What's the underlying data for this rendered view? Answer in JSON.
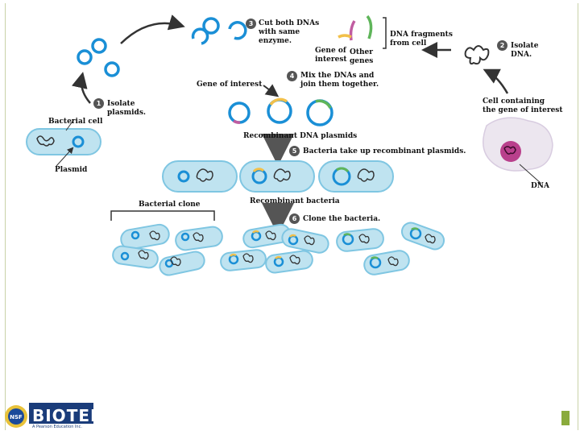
{
  "steps": [
    {
      "num": "1",
      "text": "Isolate\nplasmids."
    },
    {
      "num": "2",
      "text": "Isolate\nDNA."
    },
    {
      "num": "3",
      "text": "Cut both DNAs\nwith same\nenzyme."
    },
    {
      "num": "4",
      "text": "Mix the DNAs and\njoin them together."
    },
    {
      "num": "5",
      "text": "Bacteria take up recombinant plasmids."
    },
    {
      "num": "6",
      "text": "Clone the bacteria."
    }
  ],
  "labels": {
    "bacterial_cell": "Bacterial cell",
    "plasmid": "Plasmid",
    "gene_of_interest": "Gene of interest",
    "cell_with_gene": "Cell containing\nthe gene of interest",
    "dna": "DNA",
    "dna_fragments": "DNA fragments\nfrom cell",
    "gene_of_interest_frag": "Gene of\ninterest",
    "other_genes": "Other\ngenes",
    "recombinant_plasmids": "Recombinant DNA plasmids",
    "bacterial_clone": "Bacterial clone",
    "recombinant_bacteria": "Recombinant bacteria"
  },
  "logo": {
    "text": "BIOTEKS",
    "subtext": "A Pearson Education Inc.",
    "badge": "NSF"
  },
  "colors": {
    "plasmid": "#1a8fd6",
    "cell_fill": "#bfe3f0",
    "cell_border": "#7fc6e2",
    "gene": "#f2c04a",
    "other_gene": "#c05ca0",
    "other_gene2": "#5fb55a",
    "arrow": "#333333",
    "dna_cell": "#b0227a"
  }
}
